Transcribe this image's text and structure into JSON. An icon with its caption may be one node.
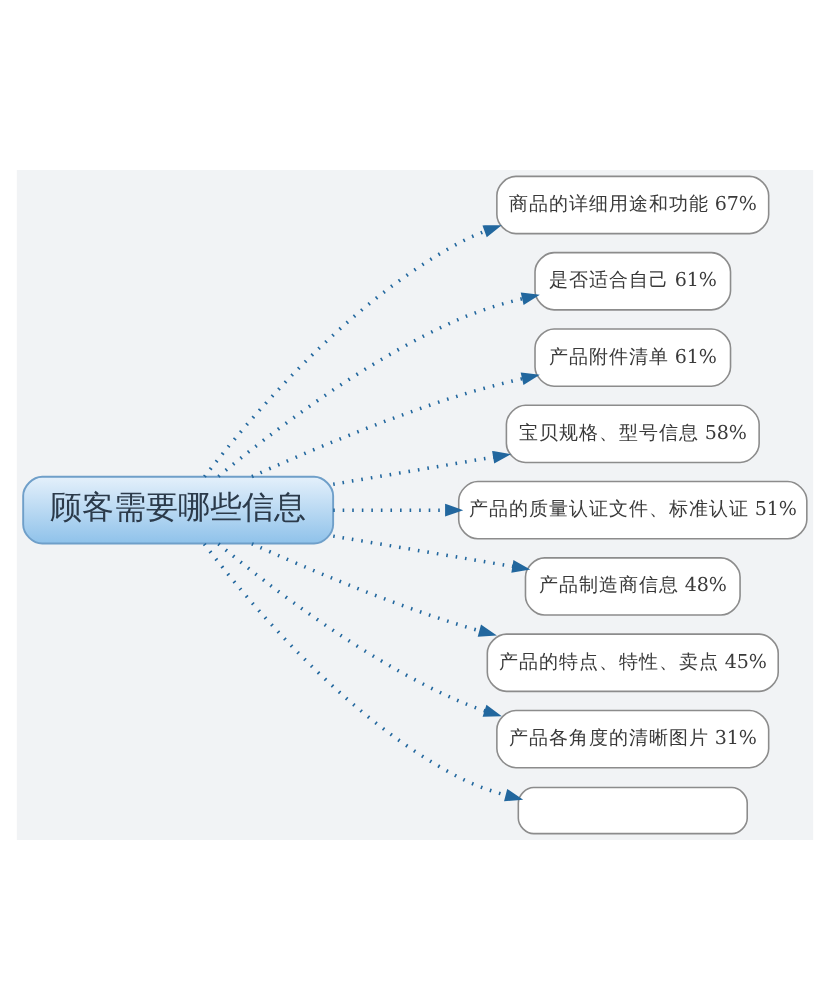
{
  "diagram": {
    "nodes": [
      {
        "text": [
          "顾客需要哪些信息"
        ]
      },
      {
        "text": [
          "商品的详细用途和功能 67%"
        ]
      },
      {
        "text": [
          "是否适合自己 61%"
        ]
      },
      {
        "text": [
          "产品附件清单 61%"
        ]
      },
      {
        "text": [
          "宝贝规格、型号信息 58%"
        ]
      },
      {
        "text": [
          "产品的质量认证文件、标准认证 51%"
        ]
      },
      {
        "text": [
          "产品制造商信息 48%"
        ]
      },
      {
        "text": [
          "产品的特点、特性、卖点 45%"
        ]
      },
      {
        "text": [
          "产品各角度的清晰图片 31%"
        ]
      },
      {
        "text": [],
        "shape": "box"
      }
    ],
    "edges": [
      {
        "from": 0,
        "to": 1,
        "arrow": "to",
        "style": "dashed"
      },
      {
        "from": 0,
        "to": 2,
        "arrow": "to",
        "style": "dashed"
      },
      {
        "from": 0,
        "to": 3,
        "arrow": "to",
        "style": "dashed"
      },
      {
        "from": 0,
        "to": 4,
        "arrow": "to",
        "style": "dashed"
      },
      {
        "from": 0,
        "to": 5,
        "arrow": "to",
        "style": "dashed"
      },
      {
        "from": 0,
        "to": 6,
        "arrow": "to",
        "style": "dashed"
      },
      {
        "from": 0,
        "to": 7,
        "arrow": "to",
        "style": "dashed"
      },
      {
        "from": 0,
        "to": 8,
        "arrow": "to",
        "style": "dashed"
      },
      {
        "from": 0,
        "to": 9,
        "arrow": "to",
        "style": "dashed"
      }
    ]
  }
}
